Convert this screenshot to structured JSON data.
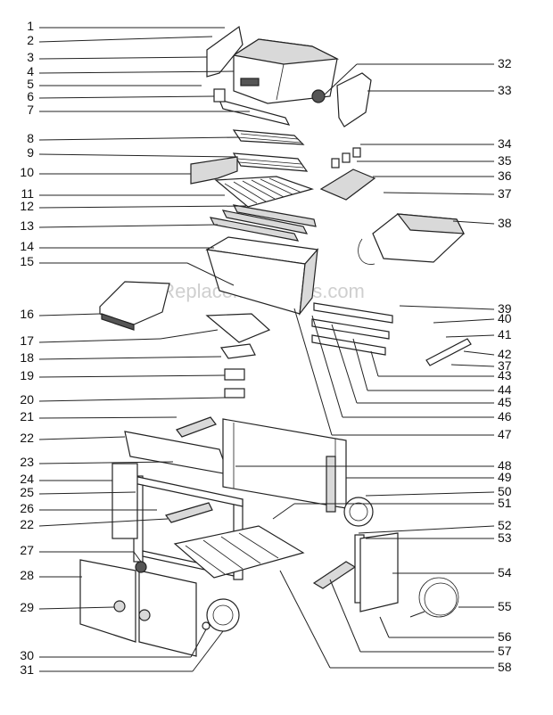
{
  "watermark": "eReplacementParts.com",
  "labels_left": [
    {
      "n": "1"
    },
    {
      "n": "2"
    },
    {
      "n": "3"
    },
    {
      "n": "4"
    },
    {
      "n": "5"
    },
    {
      "n": "6"
    },
    {
      "n": "7"
    },
    {
      "n": "8"
    },
    {
      "n": "9"
    },
    {
      "n": "10"
    },
    {
      "n": "11"
    },
    {
      "n": "12"
    },
    {
      "n": "13"
    },
    {
      "n": "14"
    },
    {
      "n": "15"
    },
    {
      "n": "16"
    },
    {
      "n": "17"
    },
    {
      "n": "18"
    },
    {
      "n": "19"
    },
    {
      "n": "20"
    },
    {
      "n": "21"
    },
    {
      "n": "22"
    },
    {
      "n": "23"
    },
    {
      "n": "24"
    },
    {
      "n": "25"
    },
    {
      "n": "26"
    },
    {
      "n": "22"
    },
    {
      "n": "27"
    },
    {
      "n": "28"
    },
    {
      "n": "29"
    },
    {
      "n": "30"
    },
    {
      "n": "31"
    }
  ],
  "labels_right": [
    {
      "n": "32"
    },
    {
      "n": "33"
    },
    {
      "n": "34"
    },
    {
      "n": "35"
    },
    {
      "n": "36"
    },
    {
      "n": "37"
    },
    {
      "n": "38"
    },
    {
      "n": "39"
    },
    {
      "n": "40"
    },
    {
      "n": "41"
    },
    {
      "n": "42"
    },
    {
      "n": "37"
    },
    {
      "n": "43"
    },
    {
      "n": "44"
    },
    {
      "n": "45"
    },
    {
      "n": "46"
    },
    {
      "n": "47"
    },
    {
      "n": "48"
    },
    {
      "n": "49"
    },
    {
      "n": "50"
    },
    {
      "n": "51"
    },
    {
      "n": "52"
    },
    {
      "n": "53"
    },
    {
      "n": "54"
    },
    {
      "n": "55"
    },
    {
      "n": "56"
    },
    {
      "n": "57"
    },
    {
      "n": "58"
    }
  ]
}
